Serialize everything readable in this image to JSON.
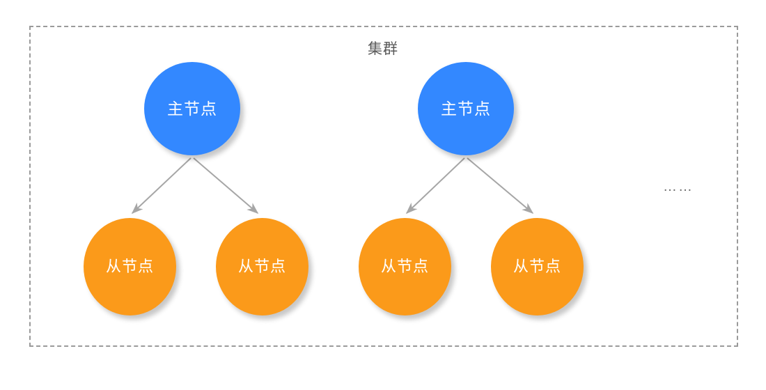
{
  "diagram": {
    "title": "集群",
    "boundary": {
      "style": "dashed",
      "color": "#9a9a9a"
    },
    "colors": {
      "master": "#3388ff",
      "slave": "#fb9a1a",
      "connector": "#a6a6a6",
      "boundary": "#9a9a9a",
      "title_text": "#595959",
      "node_text": "#ffffff",
      "background": "#ffffff"
    },
    "groups": [
      {
        "master": {
          "label": "主节点"
        },
        "slaves": [
          {
            "label": "从节点"
          },
          {
            "label": "从节点"
          }
        ]
      },
      {
        "master": {
          "label": "主节点"
        },
        "slaves": [
          {
            "label": "从节点"
          },
          {
            "label": "从节点"
          }
        ]
      }
    ],
    "more_indicator": "……"
  }
}
